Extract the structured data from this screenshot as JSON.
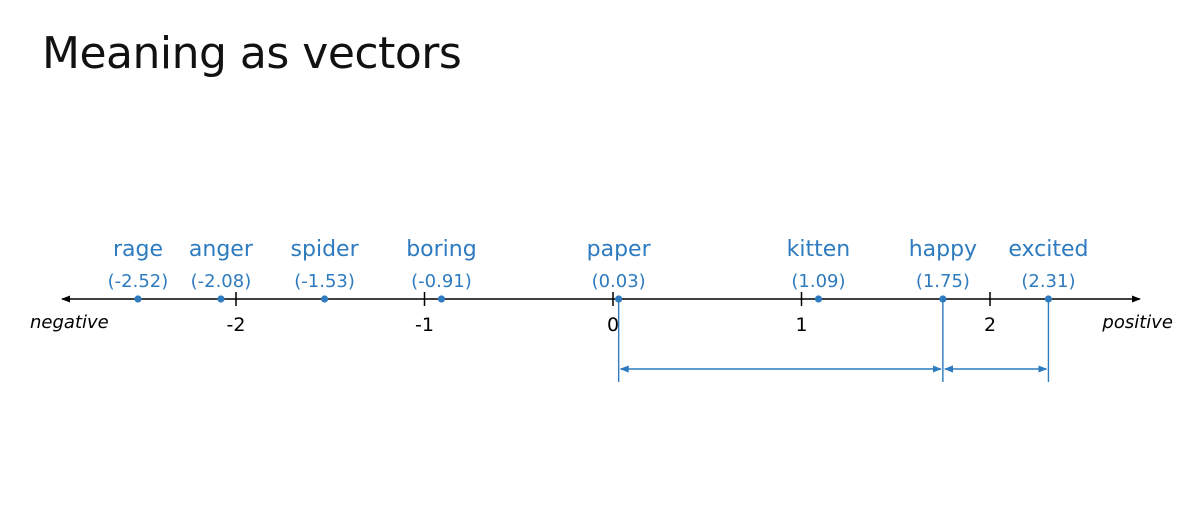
{
  "slide": {
    "title": "Meaning as vectors"
  },
  "colors": {
    "accent": "#2e7bbf",
    "axis": "#000000",
    "text": "#111111"
  },
  "diagram": {
    "axis_min": -3,
    "axis_max": 2.75,
    "negative_label": "negative",
    "positive_label": "positive",
    "ticks": [
      {
        "value": -2,
        "label": "-2"
      },
      {
        "value": -1,
        "label": "-1"
      },
      {
        "value": 0,
        "label": "0"
      },
      {
        "value": 1,
        "label": "1"
      },
      {
        "value": 2,
        "label": "2"
      }
    ],
    "words": [
      {
        "word": "rage",
        "value": -2.52,
        "value_label": "(-2.52)"
      },
      {
        "word": "anger",
        "value": -2.08,
        "value_label": "(-2.08)"
      },
      {
        "word": "spider",
        "value": -1.53,
        "value_label": "(-1.53)"
      },
      {
        "word": "boring",
        "value": -0.91,
        "value_label": "(-0.91)"
      },
      {
        "word": "paper",
        "value": 0.03,
        "value_label": "(0.03)"
      },
      {
        "word": "kitten",
        "value": 1.09,
        "value_label": "(1.09)"
      },
      {
        "word": "happy",
        "value": 1.75,
        "value_label": "(1.75)"
      },
      {
        "word": "excited",
        "value": 2.31,
        "value_label": "(2.31)"
      }
    ],
    "distance_arrows": [
      {
        "from": 0.03,
        "to": 1.75
      },
      {
        "from": 1.75,
        "to": 2.31
      }
    ]
  }
}
